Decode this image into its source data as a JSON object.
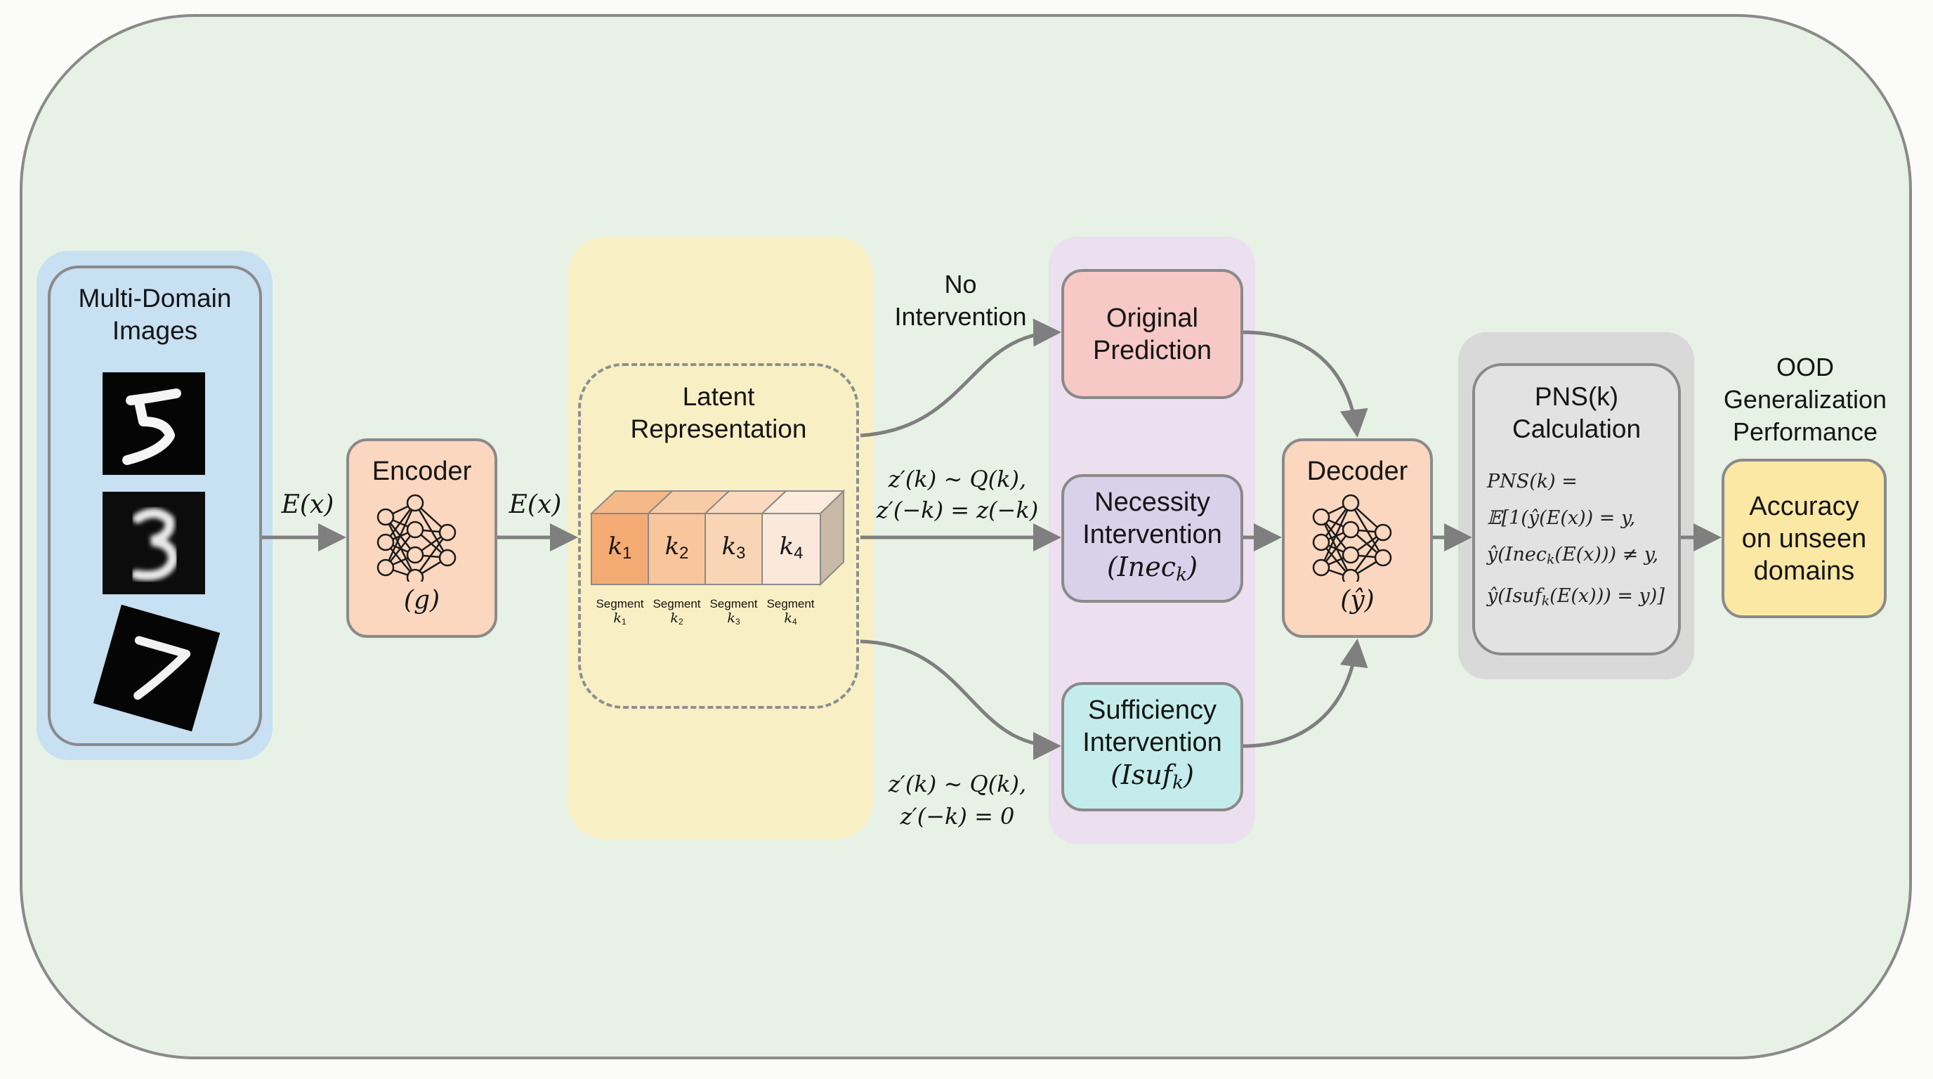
{
  "diagram": {
    "input_panel": {
      "title": "Multi-Domain Images",
      "title_lines": [
        "Multi-Domain",
        "Images"
      ],
      "images": [
        {
          "digit": "5",
          "style": "sharp"
        },
        {
          "digit": "3",
          "style": "blurred"
        },
        {
          "digit": "7",
          "style": "rotated"
        }
      ]
    },
    "edges_labels": {
      "input_to_encoder": "E(x)",
      "encoder_to_latent": "E(x)",
      "no_intervention": [
        "No",
        "Intervention"
      ],
      "necessity_condition": [
        "z′(k) ∼ Q(k),",
        "z′(−k) = z(−k)"
      ],
      "sufficiency_condition": [
        "z′(k) ∼ Q(k),",
        "z′(−k) = 0"
      ]
    },
    "encoder": {
      "title": "Encoder",
      "symbol": "(g)",
      "icon": "neural-network-icon"
    },
    "latent": {
      "title_lines": [
        "Latent",
        "Representation"
      ],
      "segments": [
        {
          "symbol": "k",
          "sub": "1",
          "label": "Segment",
          "color": "#f4ab73"
        },
        {
          "symbol": "k",
          "sub": "2",
          "label": "Segment",
          "color": "#f8c59c"
        },
        {
          "symbol": "k",
          "sub": "3",
          "label": "Segment",
          "color": "#f9d5b6"
        },
        {
          "symbol": "k",
          "sub": "4",
          "label": "Segment",
          "color": "#fbe8da"
        }
      ]
    },
    "interventions": {
      "original": {
        "lines": [
          "Original",
          "Prediction"
        ],
        "color": "#f6c8c6"
      },
      "necessity": {
        "lines": [
          "Necessity",
          "Intervention"
        ],
        "symbol": "Inec",
        "sub": "k",
        "color": "#d9d1ea"
      },
      "sufficiency": {
        "lines": [
          "Sufficiency",
          "Intervention"
        ],
        "symbol": "Isuf",
        "sub": "k",
        "color": "#c4ecec"
      }
    },
    "decoder": {
      "title": "Decoder",
      "symbol": "(ŷ)",
      "icon": "neural-network-icon"
    },
    "pns": {
      "title_lines": [
        "PNS(k)",
        "Calculation"
      ],
      "formula_lines": [
        "PNS(k) =",
        "𝔼[1(ŷ(E(x)) = y,",
        "ŷ(Inec_k(E(x))) ≠ y,",
        "ŷ(Isuf_k(E(x))) = y)]"
      ]
    },
    "output": {
      "heading_lines": [
        "OOD",
        "Generalization",
        "Performance"
      ],
      "box_lines": [
        "Accuracy",
        "on unseen",
        "domains"
      ]
    },
    "colors": {
      "background": "#e7f1e6",
      "input_panel": "#c7e0f2",
      "latent_panel": "#f8efc4",
      "intervention_panel": "#ebdff0",
      "pns_panel": "#d9d9d9",
      "encoder_decoder": "#fbd7bf",
      "accuracy": "#fbe8a5",
      "arrows": "#7f7f7f"
    }
  }
}
